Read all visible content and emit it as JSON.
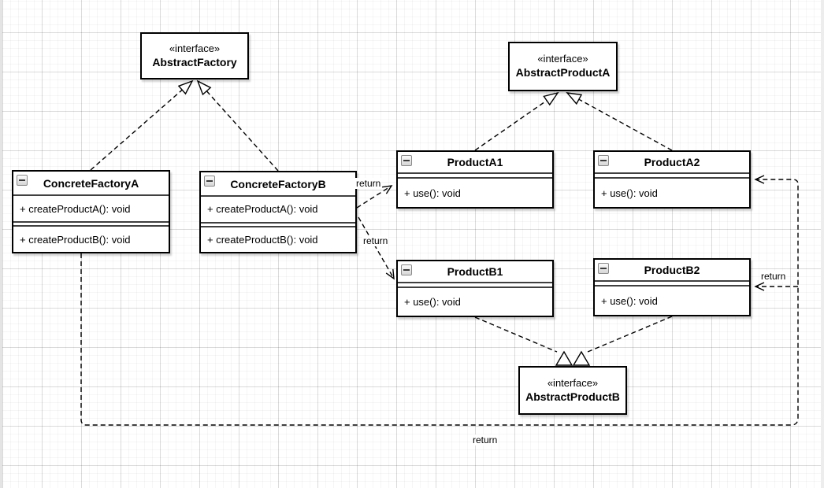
{
  "diagram": {
    "pattern": "Abstract Factory UML class diagram",
    "interfaces": {
      "abstractFactory": {
        "stereotype": "«interface»",
        "name": "AbstractFactory"
      },
      "abstractProductA": {
        "stereotype": "«interface»",
        "name": "AbstractProductA"
      },
      "abstractProductB": {
        "stereotype": "«interface»",
        "name": "AbstractProductB"
      }
    },
    "classes": {
      "concreteFactoryA": {
        "name": "ConcreteFactoryA",
        "methods": [
          "+ createProductA(): void",
          "+ createProductB(): void"
        ]
      },
      "concreteFactoryB": {
        "name": "ConcreteFactoryB",
        "methods": [
          "+ createProductA(): void",
          "+ createProductB(): void"
        ]
      },
      "productA1": {
        "name": "ProductA1",
        "methods": [
          "+ use(): void"
        ]
      },
      "productA2": {
        "name": "ProductA2",
        "methods": [
          "+ use(): void"
        ]
      },
      "productB1": {
        "name": "ProductB1",
        "methods": [
          "+ use(): void"
        ]
      },
      "productB2": {
        "name": "ProductB2",
        "methods": [
          "+ use(): void"
        ]
      }
    },
    "edge_labels": {
      "factoryB_to_productA1": "return",
      "factoryB_to_productB1": "return",
      "factoryA_to_productB2": "return",
      "factoryA_bottom": "return"
    },
    "icons": {
      "collapse": "collapse-icon (minus in square)"
    },
    "colors": {
      "stroke": "#000000",
      "divider": "#404040",
      "shape_fill": "#ffffff",
      "grid_major": "#e3e3e3",
      "grid_minor": "#f6f6f6"
    }
  }
}
